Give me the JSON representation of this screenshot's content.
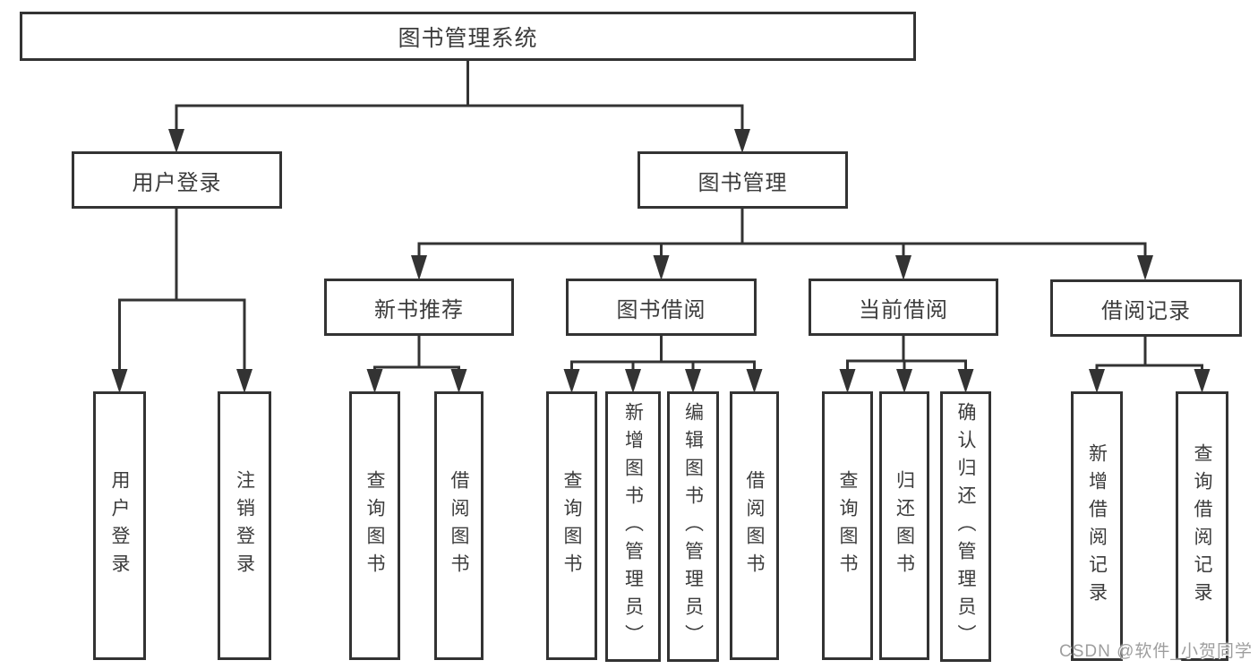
{
  "diagram": {
    "root": {
      "label": "图书管理系统"
    },
    "level2": [
      {
        "label": "用户登录"
      },
      {
        "label": "图书管理"
      }
    ],
    "level3": [
      {
        "label": "新书推荐"
      },
      {
        "label": "图书借阅"
      },
      {
        "label": "当前借阅"
      },
      {
        "label": "借阅记录"
      }
    ],
    "leaves": [
      {
        "label": "用户登录"
      },
      {
        "label": "注销登录"
      },
      {
        "label": "查询图书"
      },
      {
        "label": "借阅图书"
      },
      {
        "label": "查询图书"
      },
      {
        "label": "新增图书（管理员）"
      },
      {
        "label": "编辑图书（管理员）"
      },
      {
        "label": "借阅图书"
      },
      {
        "label": "查询图书"
      },
      {
        "label": "归还图书"
      },
      {
        "label": "确认归还（管理员）"
      },
      {
        "label": "新增借阅记录"
      },
      {
        "label": "查询借阅记录"
      }
    ]
  },
  "watermark": {
    "text": "CSDN @软件_小贺同学"
  },
  "colors": {
    "line": "#333333",
    "box_border": "#333333",
    "box_background": "#ffffff",
    "text": "#3c3c3c",
    "watermark_text": "#9e9e9e"
  }
}
